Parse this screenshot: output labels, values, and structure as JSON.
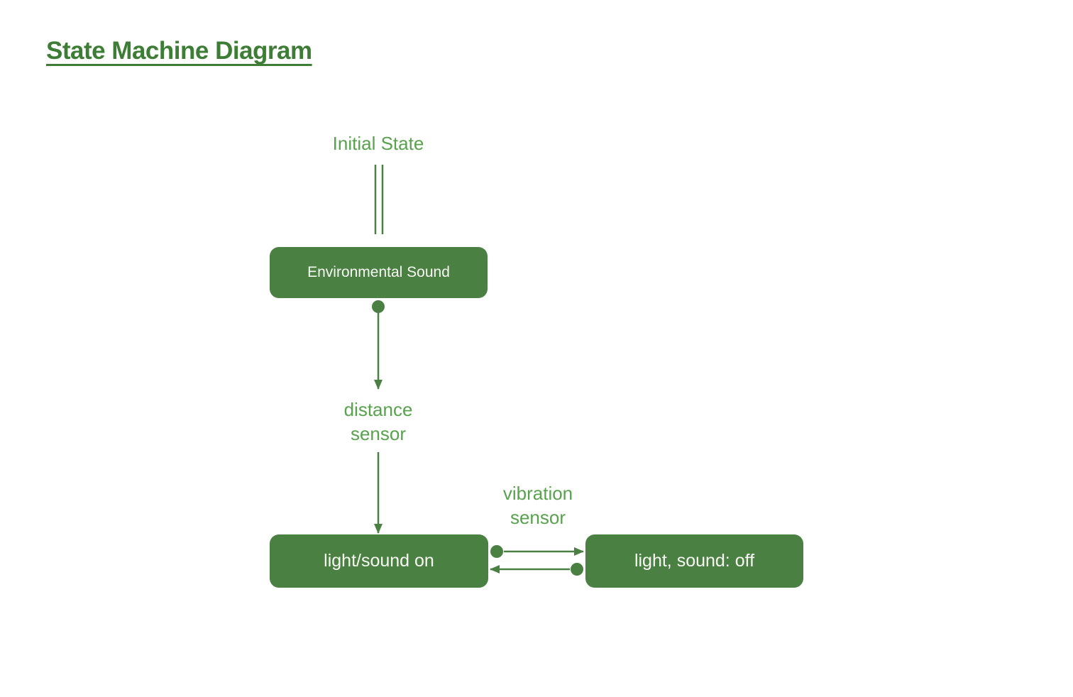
{
  "page": {
    "title": "State Machine Diagram"
  },
  "colors": {
    "background": "#ffffff",
    "title_color": "#3e7d36",
    "label_color": "#58a24e",
    "node_fill": "#4a8143",
    "node_text": "#f8f8f4",
    "connector": "#4a8143"
  },
  "diagram": {
    "initial_state_label": "Initial State",
    "nodes": [
      {
        "id": "environmental-sound",
        "label": "Environmental Sound"
      },
      {
        "id": "light-sound-on",
        "label": "light/sound on"
      },
      {
        "id": "light-sound-off",
        "label": "light, sound: off"
      }
    ],
    "edges": [
      {
        "from": "initial",
        "to": "environmental-sound",
        "label": "",
        "style": "double-line"
      },
      {
        "from": "environmental-sound",
        "to": "light-sound-on",
        "label": "distance\nsensor",
        "style": "dot-arrow"
      },
      {
        "from": "light-sound-on",
        "to": "light-sound-off",
        "label": "vibration\nsensor",
        "style": "dot-arrow"
      },
      {
        "from": "light-sound-off",
        "to": "light-sound-on",
        "label": "",
        "style": "dot-arrow"
      }
    ]
  }
}
